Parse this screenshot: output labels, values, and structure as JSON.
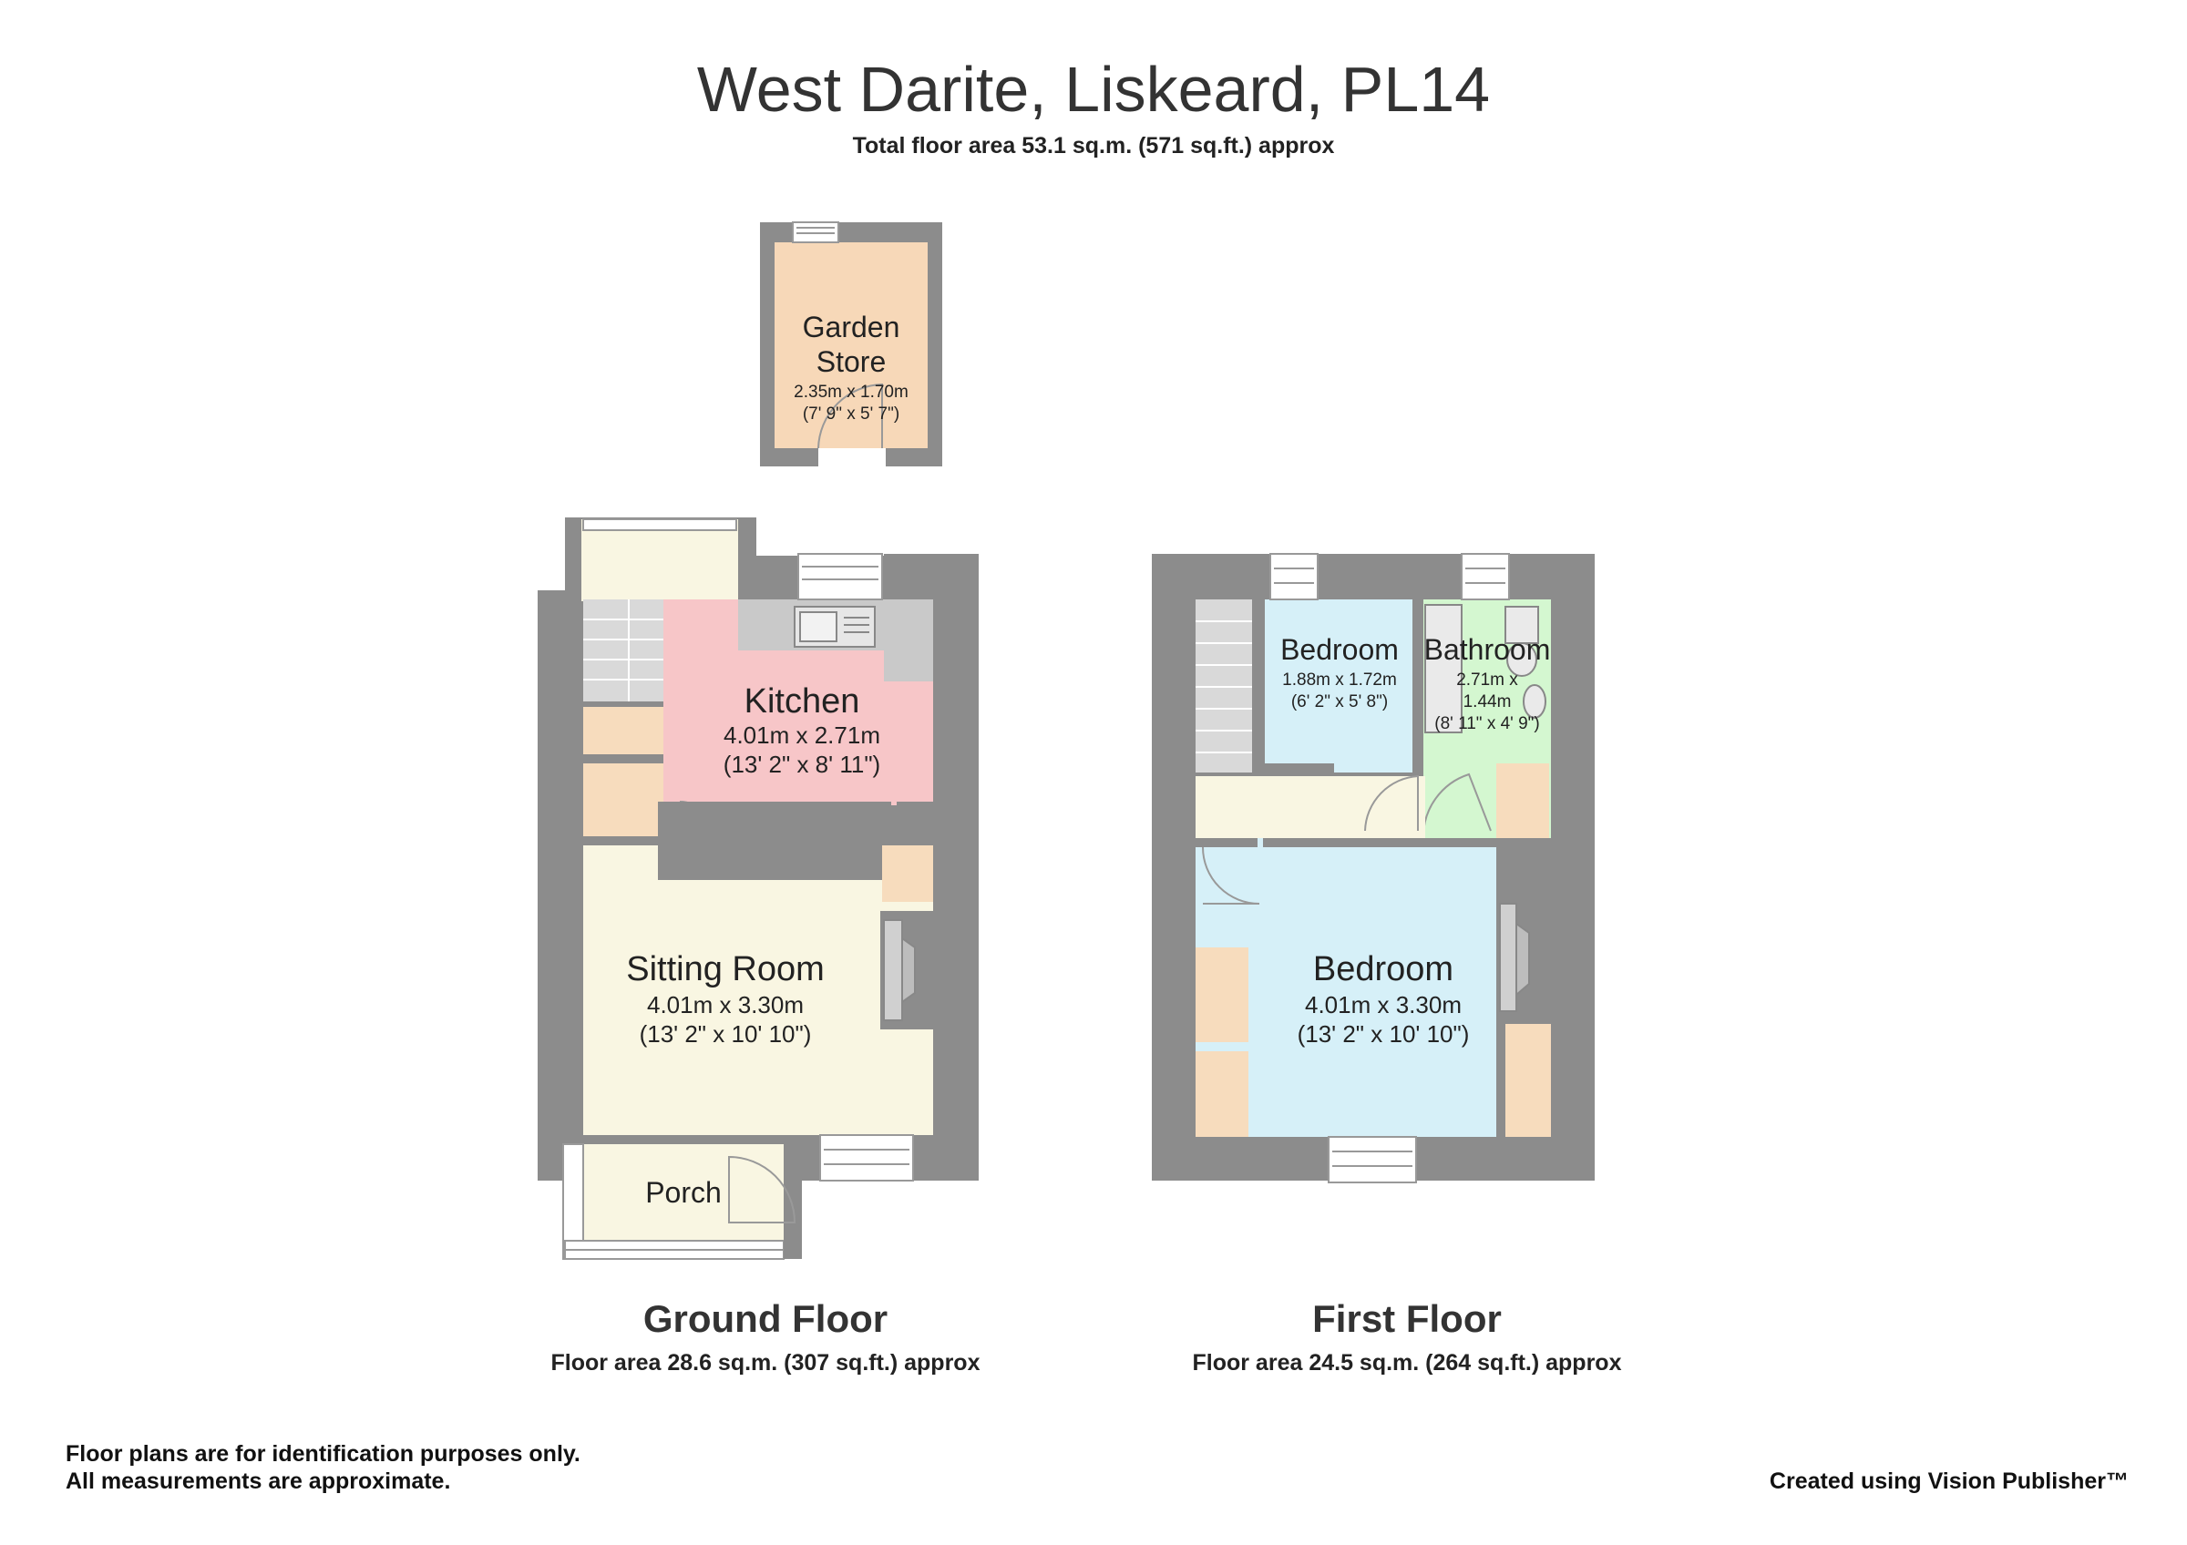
{
  "title": "West Darite, Liskeard, PL14",
  "total_area": "Total floor area 53.1 sq.m. (571 sq.ft.) approx",
  "ground_floor": {
    "name": "Ground Floor",
    "area": "Floor area 28.6 sq.m. (307 sq.ft.) approx",
    "rooms": {
      "garden_store": {
        "name_line1": "Garden",
        "name_line2": "Store",
        "dim_m": "2.35m x 1.70m",
        "dim_ft": "(7' 9\" x 5' 7\")"
      },
      "kitchen": {
        "name": "Kitchen",
        "dim_m": "4.01m x 2.71m",
        "dim_ft": "(13' 2\" x 8' 11\")"
      },
      "sitting_room": {
        "name": "Sitting Room",
        "dim_m": "4.01m x 3.30m",
        "dim_ft": "(13' 2\" x 10' 10\")"
      },
      "porch": {
        "name": "Porch"
      }
    }
  },
  "first_floor": {
    "name": "First Floor",
    "area": "Floor area 24.5 sq.m. (264 sq.ft.) approx",
    "rooms": {
      "bedroom_small": {
        "name": "Bedroom",
        "dim_m": "1.88m x 1.72m",
        "dim_ft": "(6' 2\" x 5' 8\")"
      },
      "bathroom": {
        "name": "Bathroom",
        "dim_m_line1": "2.71m x",
        "dim_m_line2": "1.44m",
        "dim_ft": "(8' 11\" x 4' 9\")"
      },
      "bedroom_main": {
        "name": "Bedroom",
        "dim_m": "4.01m x 3.30m",
        "dim_ft": "(13' 2\" x 10' 10\")"
      }
    }
  },
  "disclaimer_line1": "Floor plans are for identification purposes only.",
  "disclaimer_line2": "All measurements are approximate.",
  "credit": "Created using Vision Publisher™",
  "colors": {
    "wall": "#8c8c8c",
    "garden_store": "#f7d8b8",
    "kitchen": "#f7c6c8",
    "sitting_room": "#f9f6e2",
    "cupboard": "#f7dcbd",
    "bedroom": "#d6f0f8",
    "bathroom": "#d4f7d0",
    "worktop": "#c9c9c9"
  }
}
